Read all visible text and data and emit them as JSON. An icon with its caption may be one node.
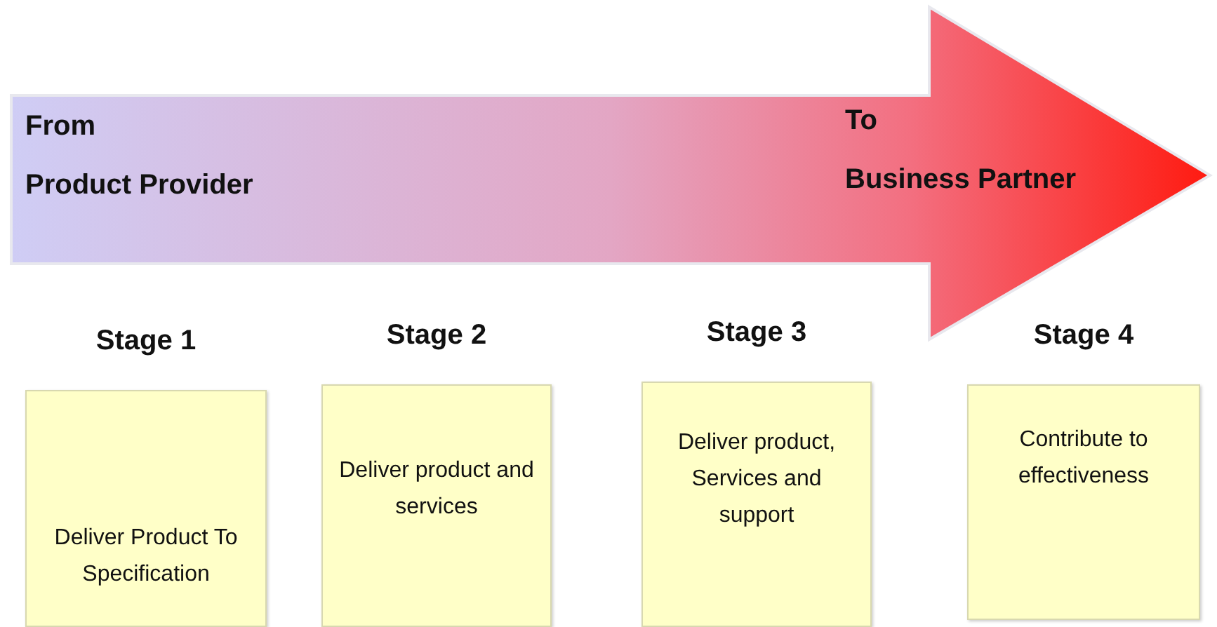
{
  "diagram": {
    "nodes": [
      {
        "text": [
          "From",
          "Product Provider",
          "To",
          "Business Partner"
        ]
      },
      {
        "text": [
          "Stage 1",
          "Deliver Product To Specification"
        ]
      },
      {
        "text": [
          "Stage 2",
          "Deliver product and services"
        ]
      },
      {
        "text": [
          "Stage 3",
          "Deliver product, Services and support"
        ]
      },
      {
        "text": [
          "Stage 4",
          "Contribute to effectiveness"
        ]
      }
    ]
  }
}
